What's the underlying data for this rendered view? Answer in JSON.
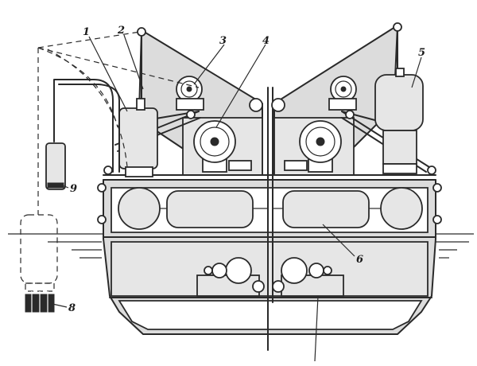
{
  "diagram": {
    "callouts": [
      {
        "id": "1",
        "text": "1"
      },
      {
        "id": "2",
        "text": "2"
      },
      {
        "id": "3",
        "text": "3"
      },
      {
        "id": "4",
        "text": "4"
      },
      {
        "id": "5",
        "text": "5"
      },
      {
        "id": "6",
        "text": "6"
      },
      {
        "id": "8",
        "text": "8"
      },
      {
        "id": "9",
        "text": "9"
      }
    ]
  }
}
